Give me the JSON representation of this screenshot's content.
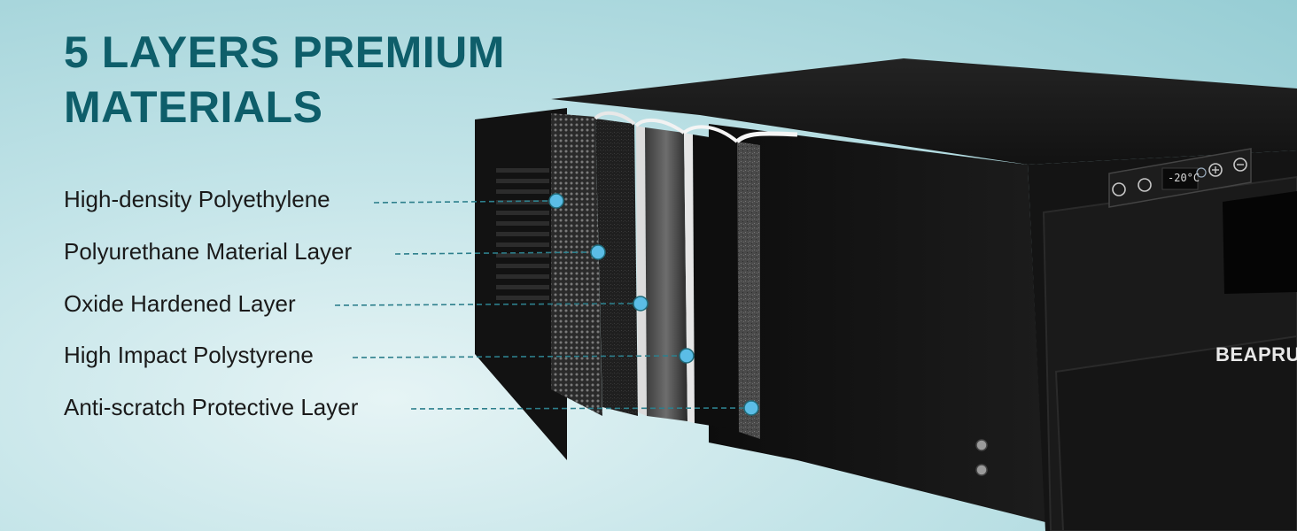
{
  "headline": {
    "line1": "5 LAYERS PREMIUM",
    "line2": "MATERIALS"
  },
  "layers": [
    {
      "label": "High-density Polyethylene"
    },
    {
      "label": "Polyurethane Material Layer"
    },
    {
      "label": "Oxide Hardened Layer"
    },
    {
      "label": "High Impact Polystyrene"
    },
    {
      "label": "Anti-scratch Protective Layer"
    }
  ],
  "product": {
    "brand": "BEAPRUL",
    "temperature_display": "-20°C",
    "icons": [
      "power-icon",
      "settings-icon",
      "snowflake-icon",
      "plus-icon",
      "minus-icon"
    ]
  },
  "colors": {
    "headline": "#0e5e6a",
    "dot": "#5bbde6",
    "leader": "#2d7f8c",
    "body": "#151515"
  }
}
